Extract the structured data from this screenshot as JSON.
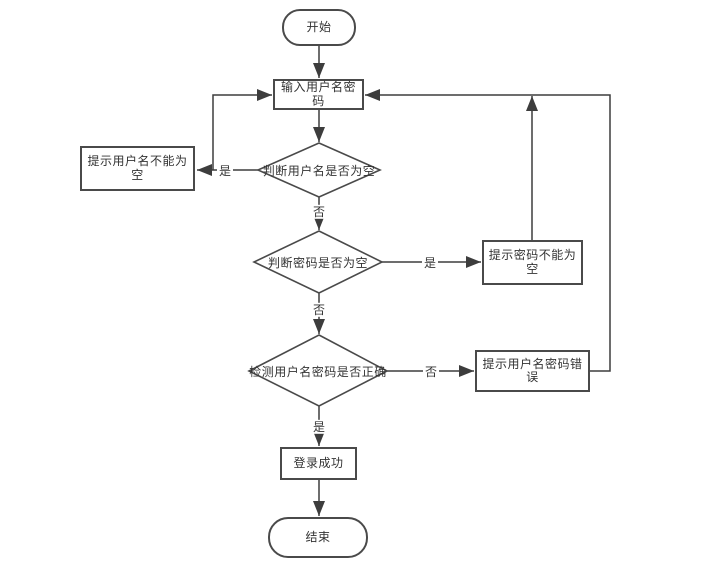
{
  "diagram": {
    "background_color": "#ffffff",
    "line_color": "#3d3d3d",
    "border_color": "#4a4a4a",
    "text_color": "#333333",
    "nodes": {
      "start": "开始",
      "input": "输入用户名密码",
      "check_username_empty": "判断用户名是否为空",
      "prompt_username_empty": "提示用户名不能为空",
      "check_password_empty": "判断密码是否为空",
      "prompt_password_empty": "提示密码不能为空",
      "check_credentials": "检测用户名密码是否正确",
      "prompt_credentials_error": "提示用户名密码错误",
      "login_success": "登录成功",
      "end": "结束"
    },
    "edge_labels": {
      "username_empty_yes": "是",
      "username_empty_no": "否",
      "password_empty_yes": "是",
      "password_empty_no": "否",
      "credentials_wrong_no": "否",
      "credentials_ok_yes": "是"
    }
  }
}
